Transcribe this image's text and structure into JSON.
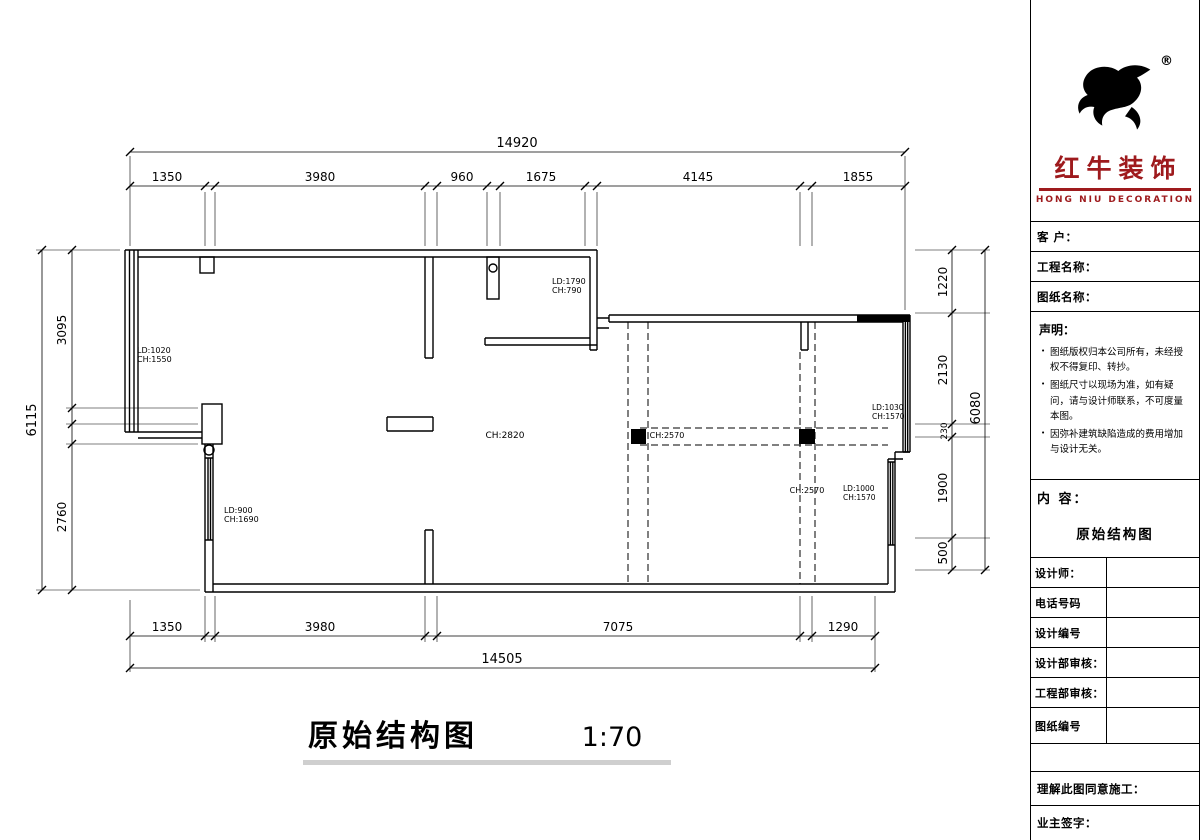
{
  "brand_color": "#9e1a1d",
  "drawing": {
    "title": "原始结构图",
    "scale": "1:70",
    "dims": {
      "top_total": "14920",
      "top": [
        "1350",
        "3980",
        "960",
        "1675",
        "4145",
        "1855"
      ],
      "bottom": [
        "1350",
        "3980",
        "7075",
        "1290"
      ],
      "bottom_total": "14505",
      "left_total": "6115",
      "left": [
        "3095",
        "2760"
      ],
      "right_total": "6080",
      "right": [
        "1220",
        "2130",
        "230",
        "1900",
        "500"
      ]
    },
    "labels": [
      {
        "a": "LD:1790",
        "b": "CH:790"
      },
      {
        "a": "LD:1020",
        "b": "CH:1550"
      },
      {
        "a": "CH:2820",
        "b": ""
      },
      {
        "a": "CH:2570",
        "b": ""
      },
      {
        "a": "LD:1030",
        "b": "CH:1570"
      },
      {
        "a": "CH:2570",
        "b": ""
      },
      {
        "a": "LD:1000",
        "b": "CH:1570"
      },
      {
        "a": "LD:900",
        "b": "CH:1690"
      }
    ]
  },
  "titleblock": {
    "registered": "®",
    "brand": "红牛装饰",
    "brand_en": "HONG NIU DECORATION",
    "customer": "客 户：",
    "project_name": "工程名称：",
    "drawing_name": "图纸名称：",
    "statement_title": "声明：",
    "statements": [
      "图纸版权归本公司所有，未经授权不得复印、转抄。",
      "图纸尺寸以现场为准，如有疑问，请与设计师联系，不可度量本图。",
      "因弥补建筑缺陷造成的费用增加与设计无关。"
    ],
    "content_title": "内 容：",
    "content_value": "原始结构图",
    "designer": "设计师：",
    "phone": "电话号码",
    "design_no": "设计编号",
    "design_review": "设计部审核：",
    "eng_review": "工程部审核：",
    "drawing_no": "图纸编号",
    "agree": "理解此图同意施工：",
    "owner_sign": "业主签字："
  }
}
